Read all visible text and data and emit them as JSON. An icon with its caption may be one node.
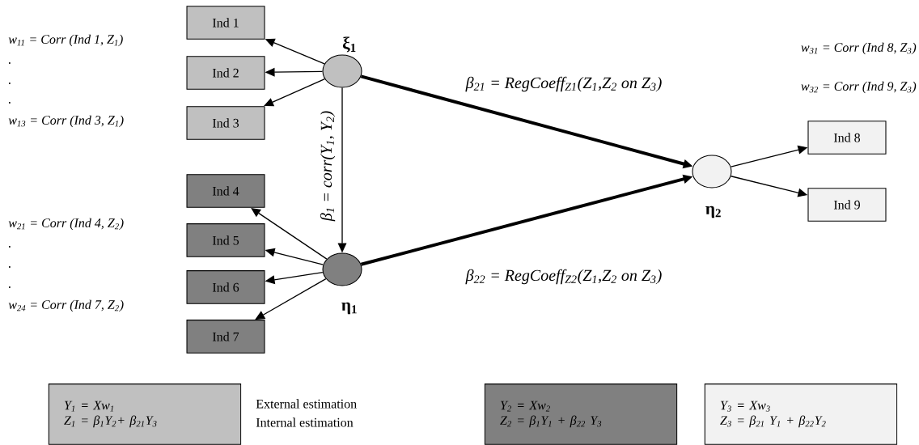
{
  "diagram": {
    "nodes": [
      {
        "text": [
          "Ind 1"
        ]
      },
      {
        "text": [
          "Ind 2"
        ]
      },
      {
        "text": [
          "Ind 3"
        ]
      },
      {
        "text": [
          "Ind 4"
        ]
      },
      {
        "text": [
          "Ind 5"
        ]
      },
      {
        "text": [
          "Ind 6"
        ]
      },
      {
        "text": [
          "Ind 7"
        ]
      },
      {
        "text": [
          "ξ$_{1}$"
        ]
      },
      {
        "text": [
          "η$_{1}$"
        ]
      },
      {
        "text": [
          "η$_{2}$"
        ]
      },
      {
        "text": [
          "Ind 8"
        ]
      },
      {
        "text": [
          "Ind 9"
        ]
      },
      {
        "text": [
          "Y$_{1}$ = Xw$_{1}$",
          "Z$_{1}$ = β$_{1}$Y$_{2}$+ β$_{21}$Y$_{3}$"
        ]
      },
      {
        "text": [
          "Y$_{2}$ = Xw$_{2}$",
          "Z$_{2}$ = β$_{1}$Y$_{1}$ + β$_{22}$ Y$_{3}$"
        ]
      },
      {
        "text": [
          "Y$_{3}$ = Xw$_{3}$",
          "Z$_{3}$ = β$_{21}$ Y$_{1}$ + β$_{22}$Y$_{2}$"
        ]
      }
    ],
    "edges": [
      {
        "from": 7,
        "to": 0,
        "arrow": "to"
      },
      {
        "from": 7,
        "to": 1,
        "arrow": "to"
      },
      {
        "from": 7,
        "to": 2,
        "arrow": "to"
      },
      {
        "from": 8,
        "to": 3,
        "arrow": "to"
      },
      {
        "from": 8,
        "to": 4,
        "arrow": "to"
      },
      {
        "from": 8,
        "to": 5,
        "arrow": "to"
      },
      {
        "from": 8,
        "to": 6,
        "arrow": "to"
      },
      {
        "from": 7,
        "to": 8,
        "arrow": "to",
        "label": "β$_{1}$ = corr(Y$_{1}$, Y$_{2}$)"
      },
      {
        "from": 7,
        "to": 9,
        "arrow": "to",
        "style": "thick",
        "label": "β$_{21}$ = RegCoeff$_{Z1}$(Z$_{1}$,Z$_{2}$ on Z$_{3}$)"
      },
      {
        "from": 8,
        "to": 9,
        "arrow": "to",
        "style": "thick",
        "label": "β$_{22}$ = RegCoeff$_{Z2}$(Z$_{1}$,Z$_{2}$ on Z$_{3}$)"
      },
      {
        "from": 9,
        "to": 10,
        "arrow": "to"
      },
      {
        "from": 9,
        "to": 11,
        "arrow": "to"
      }
    ],
    "labels": [
      "w$_{11}$ = Corr (Ind 1, Z$_{1}$)",
      ".",
      ".",
      ".",
      "w$_{13}$ = Corr (Ind 3, Z$_{1}$)",
      "w$_{21}$ = Corr (Ind 4, Z$_{2}$)",
      ".",
      ".",
      ".",
      "w$_{24}$ = Corr (Ind 7, Z$_{2}$)",
      "w$_{31}$ = Corr (Ind 8, Z$_{3}$)",
      "w$_{32}$ = Corr (Ind 9, Z$_{3}$)",
      "External estimation",
      "Internal estimation"
    ]
  }
}
